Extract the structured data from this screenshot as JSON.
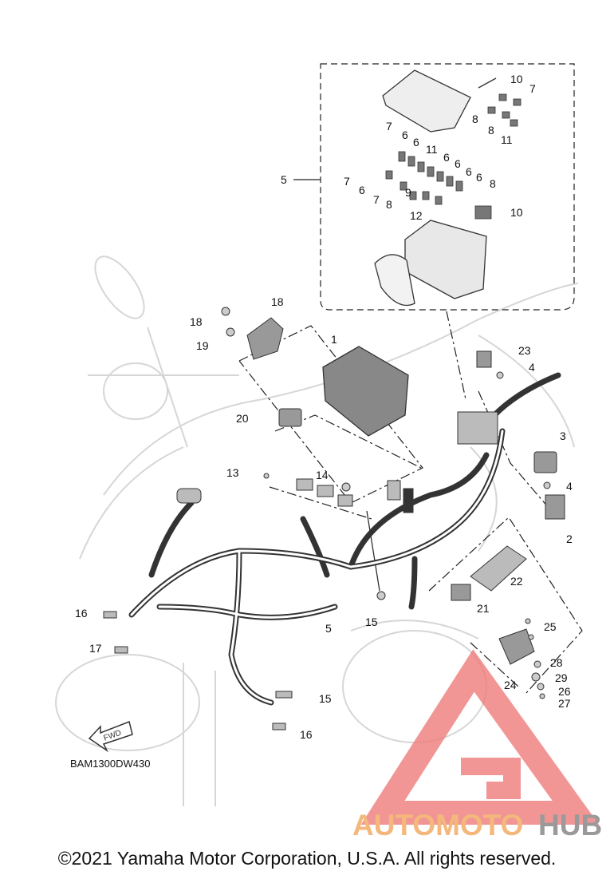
{
  "diagram": {
    "code": "BAM1300DW430",
    "fwd": "FWD",
    "callouts": [
      "1",
      "2",
      "3",
      "4",
      "4",
      "5",
      "5",
      "6",
      "6",
      "6",
      "6",
      "6",
      "6",
      "6",
      "7",
      "7",
      "7",
      "7",
      "8",
      "8",
      "8",
      "8",
      "9",
      "10",
      "10",
      "11",
      "11",
      "12",
      "13",
      "14",
      "15",
      "15",
      "16",
      "16",
      "17",
      "18",
      "18",
      "19",
      "20",
      "21",
      "22",
      "23",
      "24",
      "25",
      "26",
      "27",
      "28",
      "29"
    ]
  },
  "watermark": {
    "part1": "AUTOMOTO",
    "part2": "HUB",
    "color1": "#f4b87c",
    "color2": "#9a9a9a",
    "triangle_color": "#ee7a7a"
  },
  "copyright": "©2021 Yamaha Motor Corporation, U.S.A. All rights reserved."
}
